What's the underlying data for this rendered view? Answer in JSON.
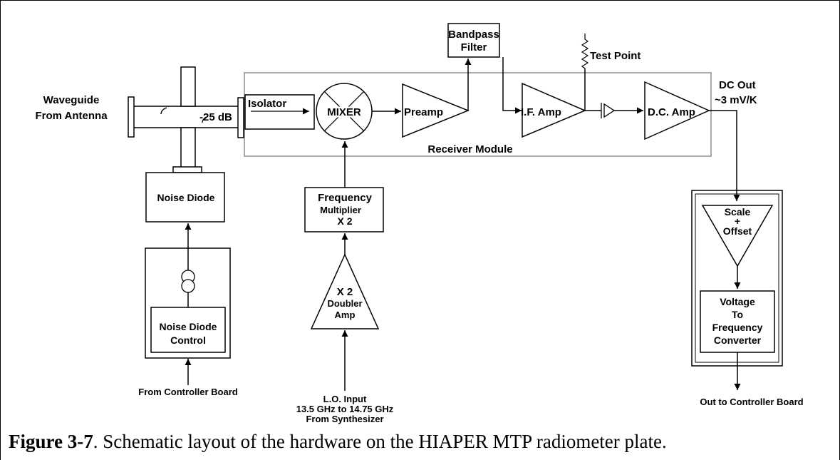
{
  "diagram": {
    "waveguide_label": [
      "Waveguide",
      "From Antenna"
    ],
    "coupler_label": "-25 dB",
    "isolator": "Isolator",
    "mixer": "MIXER",
    "preamp": "Preamp",
    "bandpass_filter": [
      "Bandpass",
      "Filter"
    ],
    "if_amp": "I.F. Amp",
    "test_point": "Test Point",
    "dc_amp": "D.C. Amp",
    "dc_out": [
      "DC Out",
      "~3 mV/K"
    ],
    "receiver_module": "Receiver Module",
    "noise_diode": "Noise Diode",
    "noise_diode_control": [
      "Noise Diode",
      "Control"
    ],
    "from_controller_board": "From Controller Board",
    "frequency_multiplier": [
      "Frequency",
      "Multiplier",
      "X 2"
    ],
    "doubler_amp": [
      "X 2",
      "Doubler",
      "Amp"
    ],
    "lo_input": [
      "L.O. Input",
      "13.5 GHz to 14.75 GHz",
      "From Synthesizer"
    ],
    "scale_offset": [
      "Scale",
      "+",
      "Offset"
    ],
    "vtf_converter": [
      "Voltage",
      "To",
      "Frequency",
      "Converter"
    ],
    "out_to_controller_board": "Out to Controller Board"
  },
  "caption": {
    "number": "Figure 3-7",
    "text": ". Schematic layout of the hardware on the HIAPER MTP radiometer plate."
  }
}
